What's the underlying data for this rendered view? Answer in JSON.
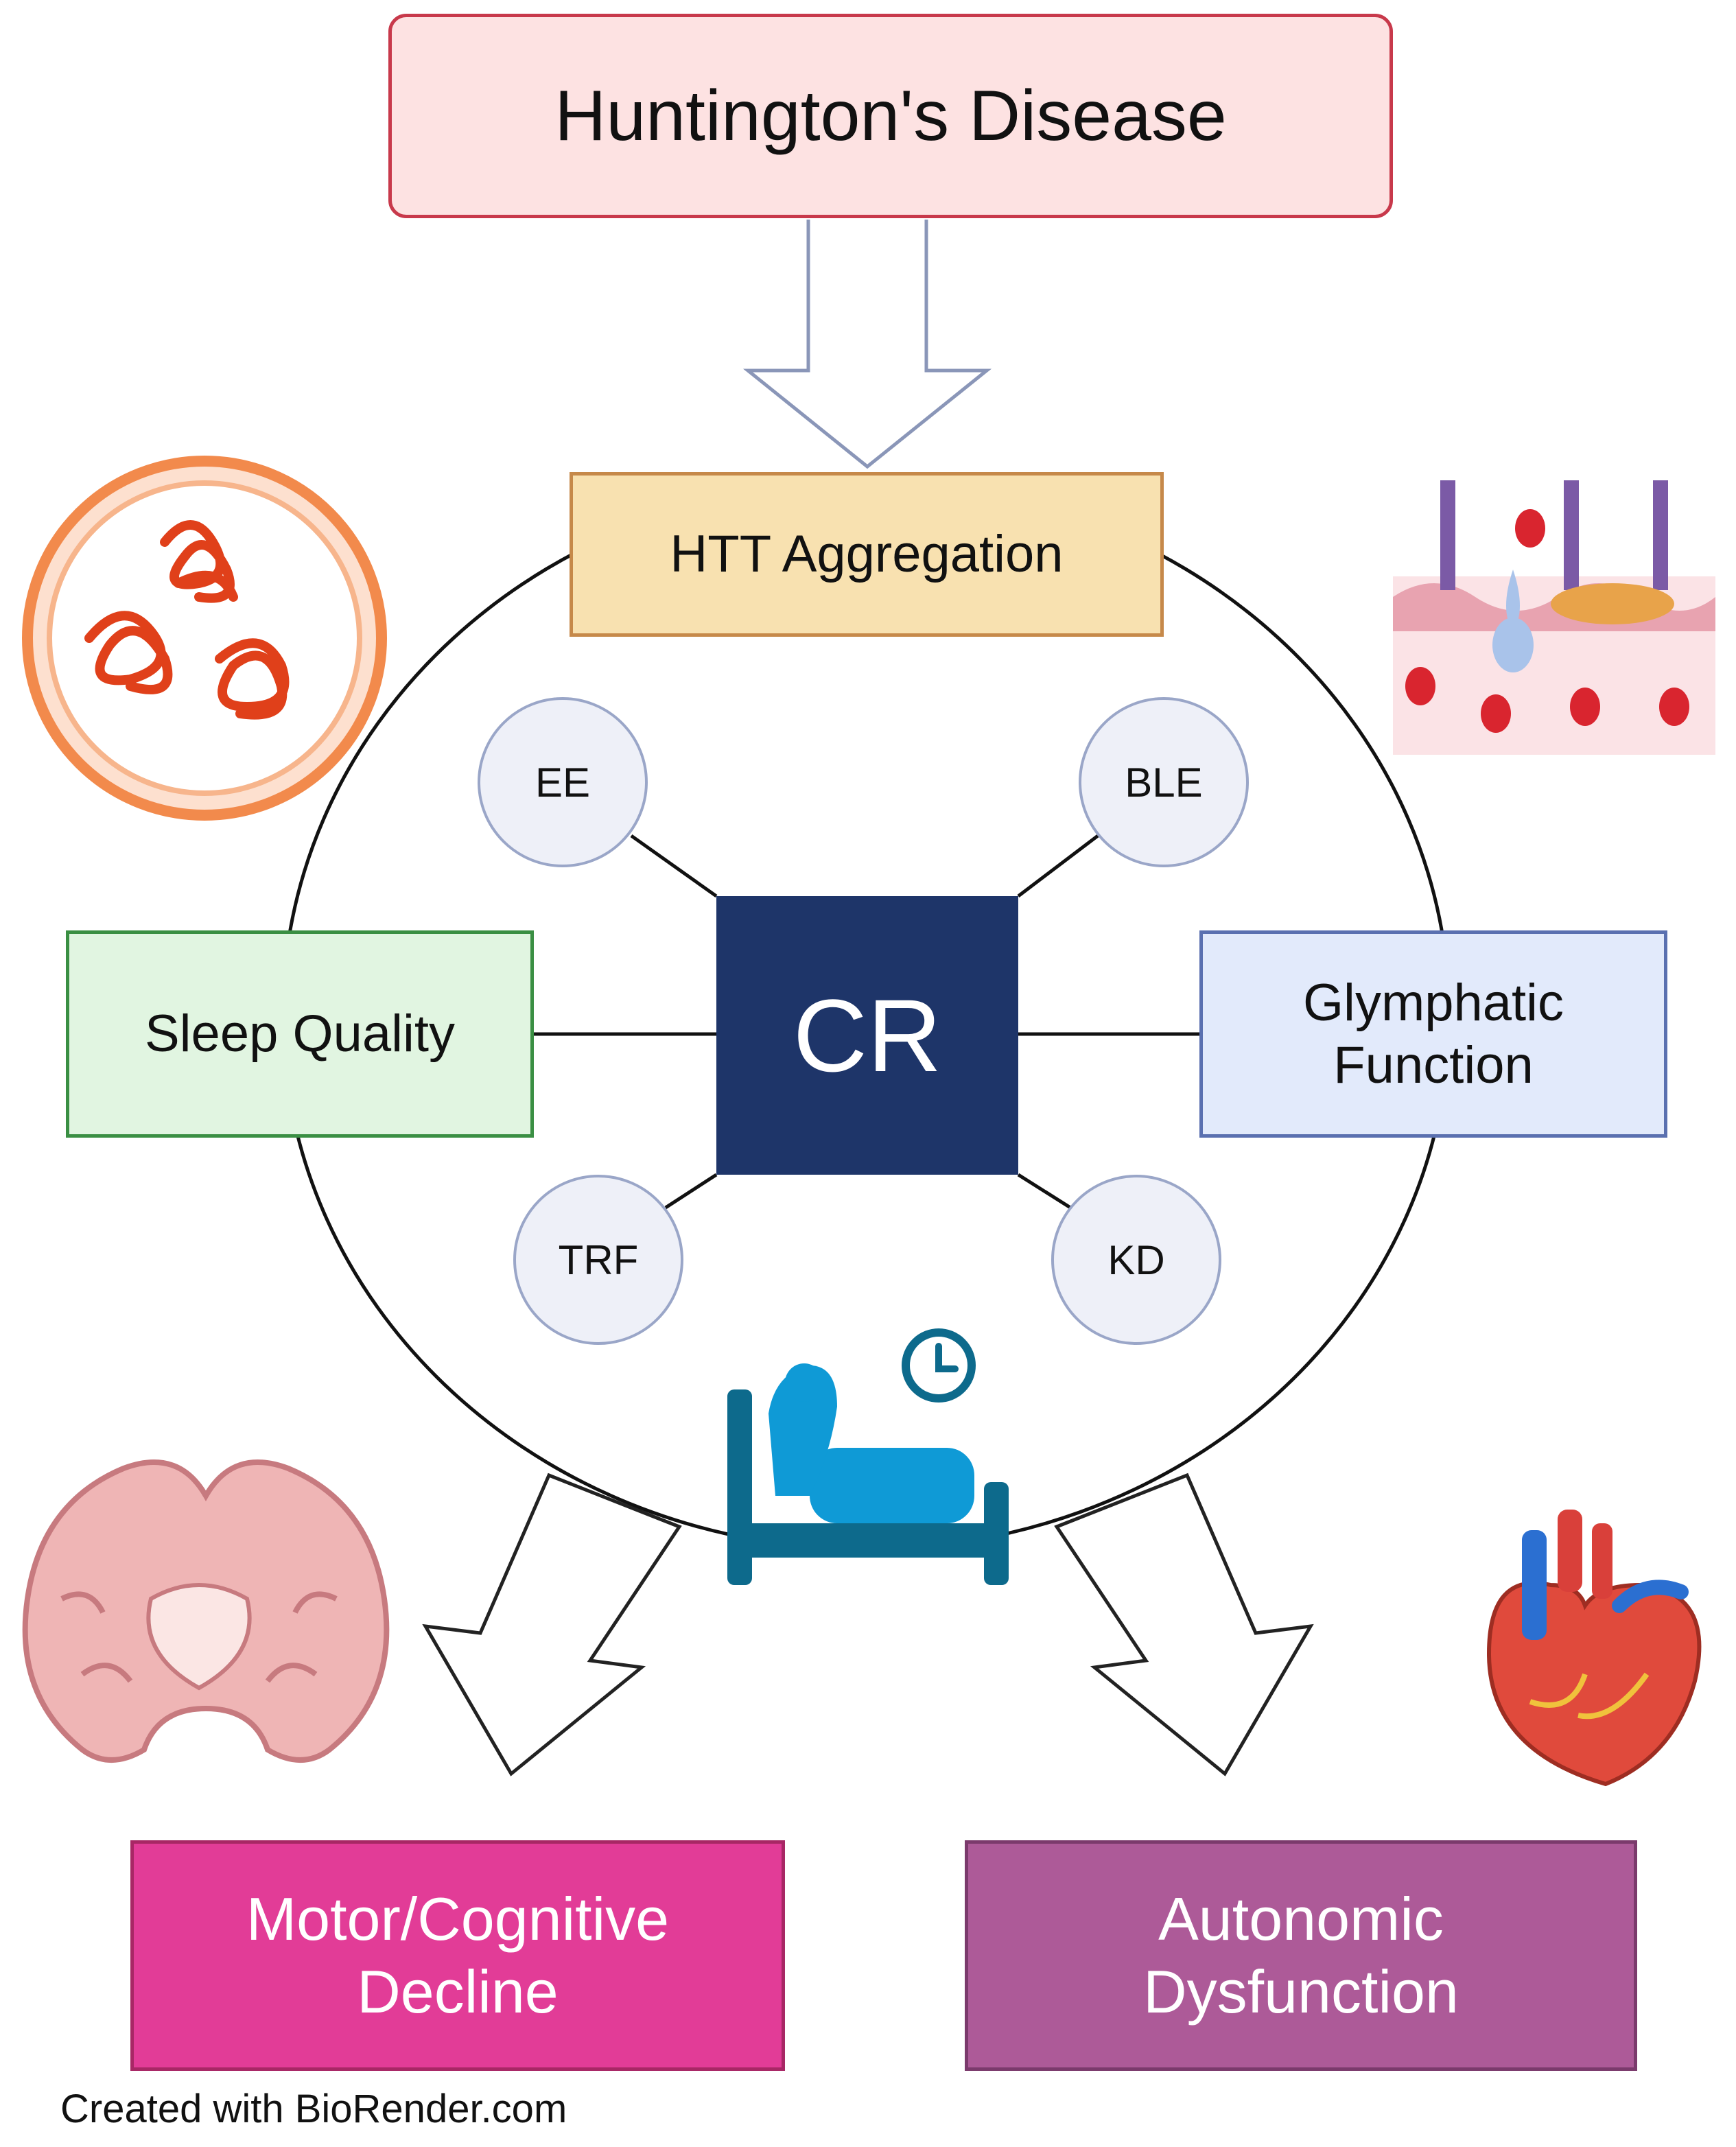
{
  "title": "Huntington's Disease",
  "aggregation": "HTT Aggregation",
  "left_factor": "Sleep Quality",
  "right_factor": "Glymphatic\nFunction",
  "center": "CR",
  "interventions": {
    "top_left": "EE",
    "top_right": "BLE",
    "bottom_left": "TRF",
    "bottom_right": "KD"
  },
  "outcomes": {
    "left": "Motor/Cognitive\nDecline",
    "right": "Autonomic\nDysfunction"
  },
  "credit": "Created with BioRender.com",
  "colors": {
    "title_fill": "#fde2e2",
    "title_border": "#c8394b",
    "htt_fill": "#f8e1b0",
    "sleep_fill": "#e1f5e1",
    "glymphatic_fill": "#e2eafb",
    "cr_fill": "#1e3569",
    "motor_fill": "#e23c97",
    "autonomic_fill": "#ad5a98",
    "intervention_fill": "#eef0f8"
  }
}
